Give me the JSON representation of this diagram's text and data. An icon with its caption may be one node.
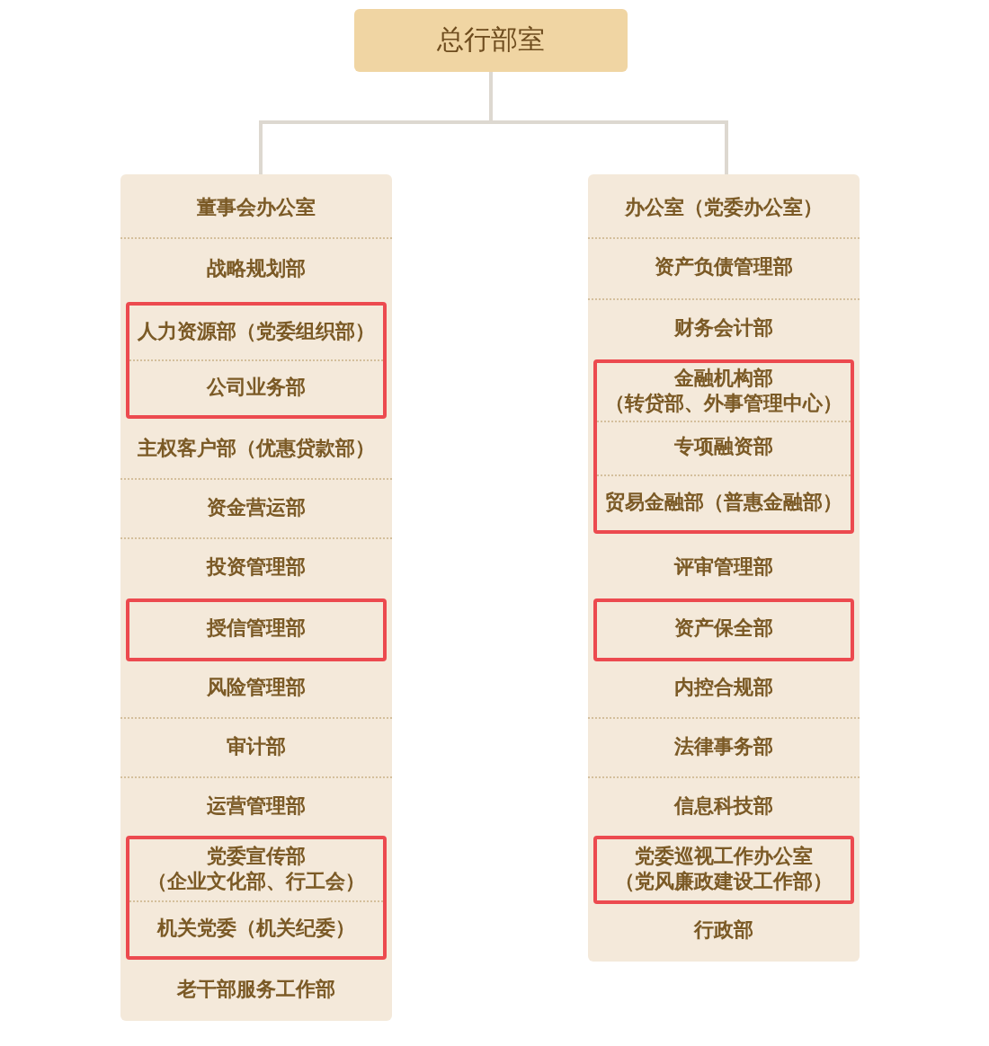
{
  "diagram": {
    "nodes": [
      {
        "text": [
          "总行部室"
        ]
      },
      {
        "text": [],
        "shape": "box"
      },
      {
        "text": [
          "董事会办公室"
        ],
        "in": 1
      },
      {
        "text": [
          "战略规划部"
        ],
        "in": 1
      },
      {
        "text": [],
        "shape": "box",
        "in": 1
      },
      {
        "text": [
          "人力资源部（党委组织部）"
        ],
        "in": 4
      },
      {
        "text": [
          "公司业务部"
        ],
        "in": 4
      },
      {
        "text": [
          "主权客户部（优惠贷款部）"
        ],
        "in": 1
      },
      {
        "text": [
          "资金营运部"
        ],
        "in": 1
      },
      {
        "text": [
          "投资管理部"
        ],
        "in": 1
      },
      {
        "text": [],
        "shape": "box",
        "in": 1
      },
      {
        "text": [
          "授信管理部"
        ],
        "in": 10
      },
      {
        "text": [
          "风险管理部"
        ],
        "in": 1
      },
      {
        "text": [
          "审计部"
        ],
        "in": 1
      },
      {
        "text": [
          "运营管理部"
        ],
        "in": 1
      },
      {
        "text": [],
        "shape": "box",
        "in": 1
      },
      {
        "text": [
          "党委宣传部（企业文化部、行工会）"
        ],
        "in": 15
      },
      {
        "text": [
          "机关党委（机关纪委）"
        ],
        "in": 15
      },
      {
        "text": [
          "老干部服务工作部"
        ],
        "in": 1
      },
      {
        "text": [],
        "shape": "box"
      },
      {
        "text": [
          "办公室（党委办公室）"
        ],
        "in": 19
      },
      {
        "text": [
          "资产负债管理部"
        ],
        "in": 19
      },
      {
        "text": [
          "财务会计部"
        ],
        "in": 19
      },
      {
        "text": [],
        "shape": "box",
        "in": 19
      },
      {
        "text": [
          "金融机构部（转贷部、外事管理中心）"
        ],
        "in": 23
      },
      {
        "text": [
          "专项融资部"
        ],
        "in": 23
      },
      {
        "text": [
          "贸易金融部（普惠金融部）"
        ],
        "in": 23
      },
      {
        "text": [
          "评审管理部"
        ],
        "in": 19
      },
      {
        "text": [],
        "shape": "box",
        "in": 19
      },
      {
        "text": [
          "资产保全部"
        ],
        "in": 28
      },
      {
        "text": [
          "内控合规部"
        ],
        "in": 19
      },
      {
        "text": [
          "法律事务部"
        ],
        "in": 19
      },
      {
        "text": [
          "信息科技部"
        ],
        "in": 19
      },
      {
        "text": [],
        "shape": "box",
        "in": 19
      },
      {
        "text": [
          "党委巡视工作办公室（党风廉政建设工作部）"
        ],
        "in": 33
      },
      {
        "text": [
          "行政部"
        ],
        "in": 19
      }
    ],
    "edges": [
      {
        "from": 0,
        "to": 1,
        "arrow": "none"
      },
      {
        "from": 0,
        "to": 19,
        "arrow": "none"
      }
    ]
  }
}
